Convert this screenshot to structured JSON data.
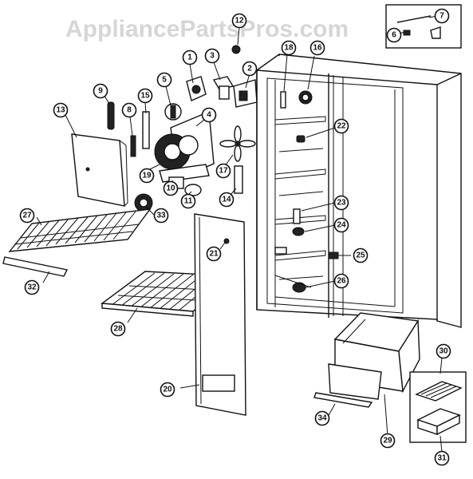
{
  "watermark": "AppliancePartsPros.com",
  "panel_label_text": "",
  "callouts": [
    {
      "id": "c1",
      "label": "1"
    },
    {
      "id": "c2",
      "label": "2"
    },
    {
      "id": "c3",
      "label": "3"
    },
    {
      "id": "c4",
      "label": "4"
    },
    {
      "id": "c5",
      "label": "5"
    },
    {
      "id": "c6",
      "label": "6"
    },
    {
      "id": "c7",
      "label": "7"
    },
    {
      "id": "c8",
      "label": "8"
    },
    {
      "id": "c9",
      "label": "9"
    },
    {
      "id": "c10",
      "label": "10"
    },
    {
      "id": "c11",
      "label": "11"
    },
    {
      "id": "c12",
      "label": "12"
    },
    {
      "id": "c13",
      "label": "13"
    },
    {
      "id": "c14",
      "label": "14"
    },
    {
      "id": "c15",
      "label": "15"
    },
    {
      "id": "c16",
      "label": "16"
    },
    {
      "id": "c17",
      "label": "17"
    },
    {
      "id": "c18",
      "label": "18"
    },
    {
      "id": "c19",
      "label": "19"
    },
    {
      "id": "c20",
      "label": "20"
    },
    {
      "id": "c21",
      "label": "21"
    },
    {
      "id": "c22",
      "label": "22"
    },
    {
      "id": "c23",
      "label": "23"
    },
    {
      "id": "c24",
      "label": "24"
    },
    {
      "id": "c25",
      "label": "25"
    },
    {
      "id": "c26",
      "label": "26"
    },
    {
      "id": "c27",
      "label": "27"
    },
    {
      "id": "c28",
      "label": "28"
    },
    {
      "id": "c29",
      "label": "29"
    },
    {
      "id": "c30",
      "label": "30"
    },
    {
      "id": "c31",
      "label": "31"
    },
    {
      "id": "c32",
      "label": "32"
    },
    {
      "id": "c33",
      "label": "33"
    },
    {
      "id": "c34",
      "label": "34"
    }
  ]
}
